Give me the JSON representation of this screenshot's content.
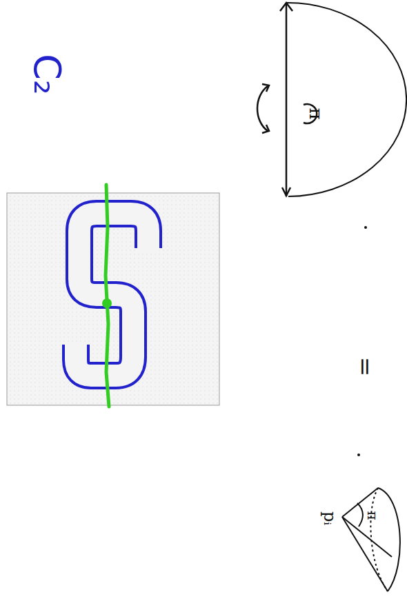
{
  "diagram": {
    "labels": [
      "C₂",
      "π",
      "=",
      "pᵢ",
      "π"
    ]
  }
}
